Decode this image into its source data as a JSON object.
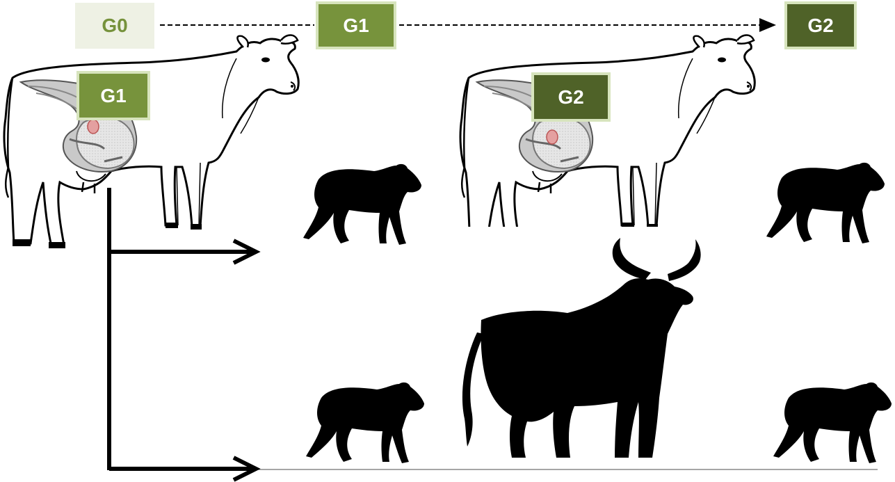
{
  "labels": {
    "g0": "G0",
    "g1_top": "G1",
    "g2_top": "G2",
    "g1_cow": "G1",
    "g2_cow": "G2"
  },
  "colors": {
    "g0_bg": "#eef1e4",
    "g0_text": "#76923c",
    "g1_bg": "#77933c",
    "g2_bg": "#4f6228",
    "label_border": "#d7e4bd",
    "embryo": "#e4a0a0",
    "uterus": "#c9c9c9",
    "silhouette": "#000000"
  }
}
